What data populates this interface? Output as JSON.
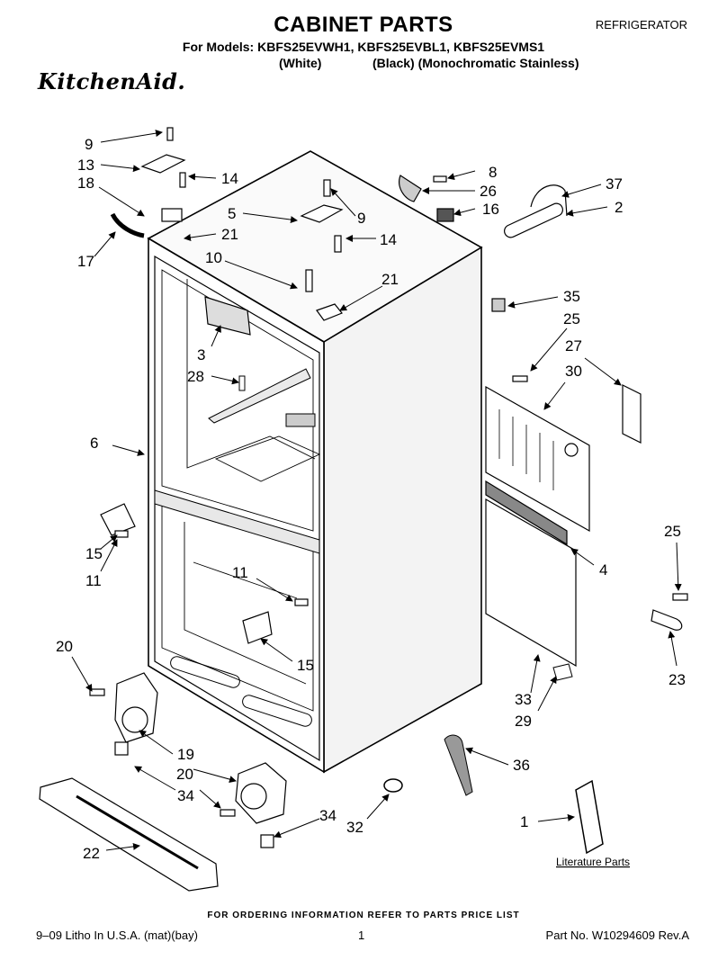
{
  "header": {
    "title": "CABINET PARTS",
    "department": "REFRIGERATOR",
    "models_line": "For Models: KBFS25EVWH1, KBFS25EVBL1, KBFS25EVMS1",
    "variant_white": "(White)",
    "variant_black": "(Black) (Monochromatic Stainless)",
    "brand": "KitchenAid."
  },
  "callouts": [
    "9",
    "13",
    "14",
    "18",
    "17",
    "21",
    "5",
    "9",
    "14",
    "10",
    "21",
    "3",
    "28",
    "6",
    "15",
    "11",
    "8",
    "26",
    "16",
    "37",
    "2",
    "35",
    "25",
    "27",
    "30",
    "4",
    "25",
    "23",
    "11",
    "15",
    "20",
    "19",
    "20",
    "34",
    "22",
    "32",
    "34",
    "33",
    "29",
    "36",
    "1"
  ],
  "literature_label": "Literature Parts",
  "footer": {
    "order_note": "FOR ORDERING INFORMATION REFER TO PARTS PRICE LIST",
    "print_info": "9–09 Litho In U.S.A. (mat)(bay)",
    "page_number": "1",
    "part_number": "Part No. W10294609 Rev.A"
  }
}
